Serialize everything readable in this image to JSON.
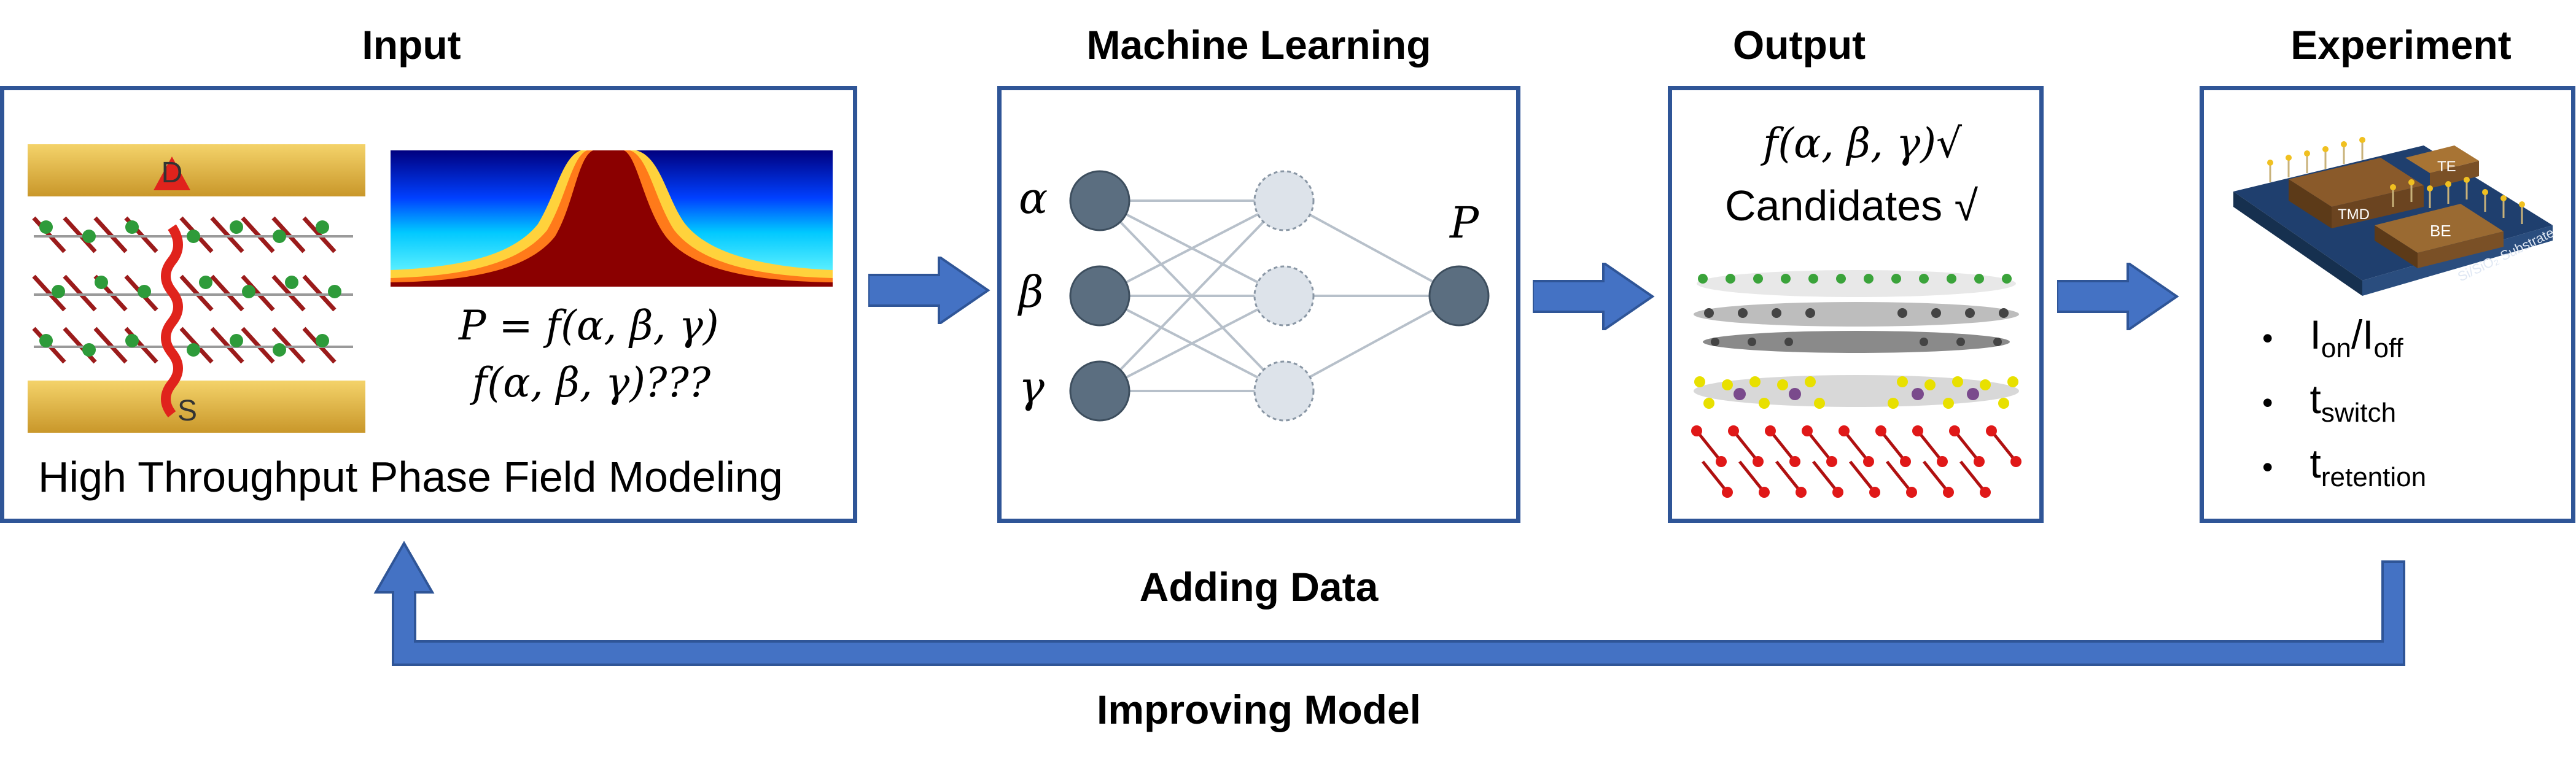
{
  "titles": {
    "input": "Input",
    "ml": "Machine Learning",
    "output": "Output",
    "experiment": "Experiment"
  },
  "input_panel": {
    "electrode_top": "D",
    "electrode_bottom": "S",
    "equation": "P = f(α, β, γ)",
    "unknown": "f(α, β, γ)???",
    "caption": "High Throughput Phase Field Modeling"
  },
  "ml_panel": {
    "inputs": [
      "α",
      "β",
      "γ"
    ],
    "output": "P"
  },
  "output_panel": {
    "function": "f(α, β, γ)√",
    "candidates": "Candidates √"
  },
  "experiment_panel": {
    "device_labels": {
      "te": "TE",
      "be": "BE",
      "tmd": "TMD",
      "substrate": "Si/SiO₂ Substrate"
    },
    "metrics": [
      {
        "base": "I",
        "sub": "on",
        "sep": "/",
        "base2": "I",
        "sub2": "off"
      },
      {
        "base": "t",
        "sub": "switch"
      },
      {
        "base": "t",
        "sub": "retention"
      }
    ]
  },
  "feedback": {
    "top_label": "Adding Data",
    "bottom_label": "Improving Model"
  },
  "colors": {
    "frame": "#2f5597",
    "arrow": "#4472c4",
    "node_dark": "#5b6e80",
    "node_light": "#dde3ea",
    "electrode": "#e3b63a"
  }
}
